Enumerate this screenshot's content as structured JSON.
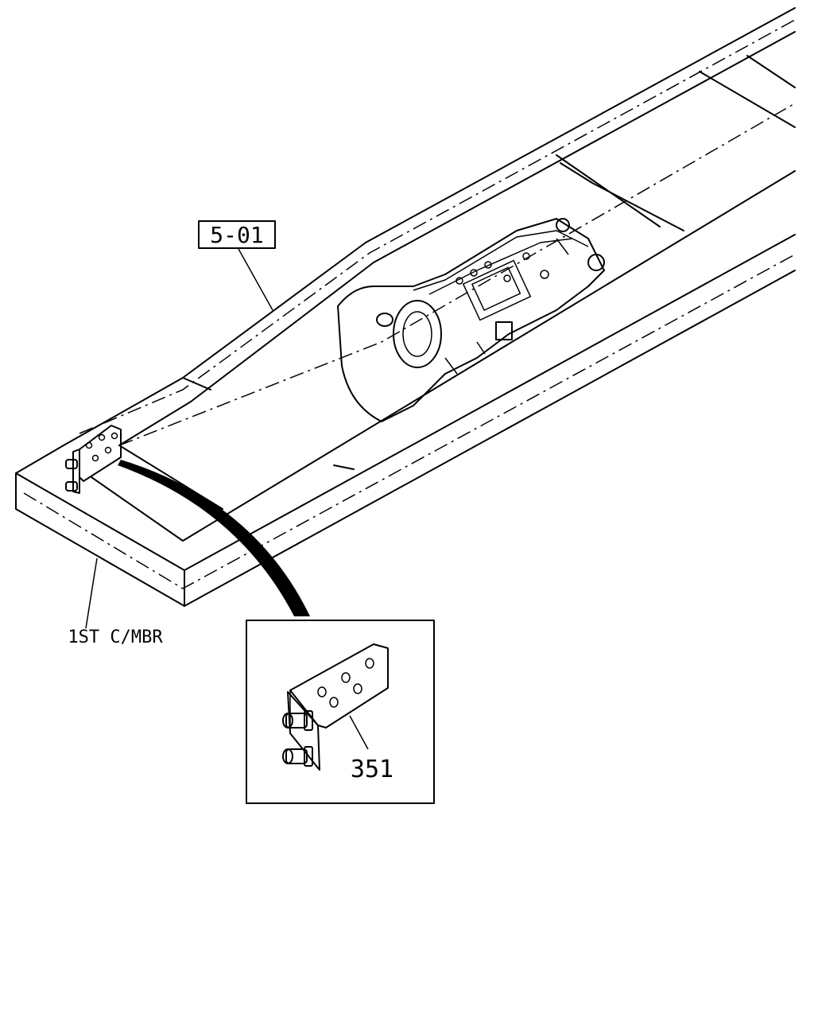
{
  "diagram": {
    "reference_box": {
      "label": "5-01"
    },
    "crossmember_label": "1ST C/MBR",
    "part_callout": {
      "number": "351"
    }
  },
  "colors": {
    "line": "#000000",
    "background": "#ffffff",
    "arrow": "#000000"
  }
}
